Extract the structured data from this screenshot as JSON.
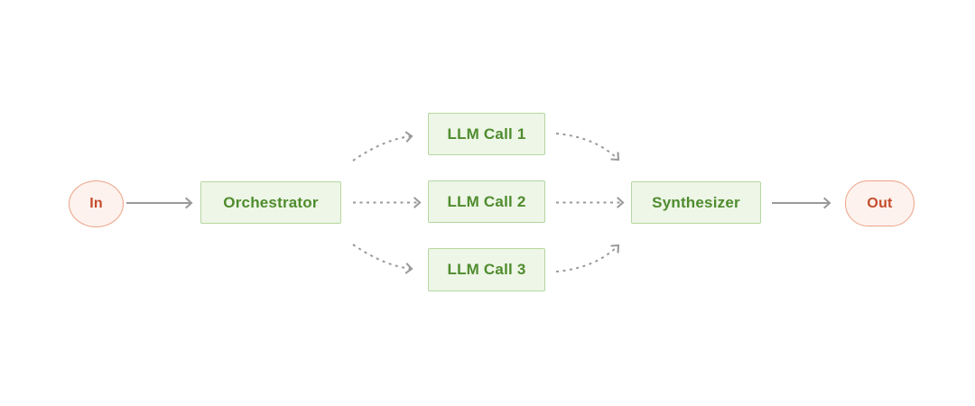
{
  "diagram": {
    "nodes": {
      "in": {
        "label": "In",
        "shape": "ellipse",
        "role": "input-terminal"
      },
      "orchestrator": {
        "label": "Orchestrator",
        "shape": "rect",
        "role": "process"
      },
      "llm1": {
        "label": "LLM Call 1",
        "shape": "rect",
        "role": "process"
      },
      "llm2": {
        "label": "LLM Call 2",
        "shape": "rect",
        "role": "process"
      },
      "llm3": {
        "label": "LLM Call 3",
        "shape": "rect",
        "role": "process"
      },
      "synthesizer": {
        "label": "Synthesizer",
        "shape": "rect",
        "role": "process"
      },
      "out": {
        "label": "Out",
        "shape": "pill",
        "role": "output-terminal"
      }
    },
    "edges": [
      {
        "from": "In",
        "to": "Orchestrator",
        "style": "solid"
      },
      {
        "from": "Orchestrator",
        "to": "LLM Call 1",
        "style": "dashed"
      },
      {
        "from": "Orchestrator",
        "to": "LLM Call 2",
        "style": "dashed"
      },
      {
        "from": "Orchestrator",
        "to": "LLM Call 3",
        "style": "dashed"
      },
      {
        "from": "LLM Call 1",
        "to": "Synthesizer",
        "style": "dashed"
      },
      {
        "from": "LLM Call 2",
        "to": "Synthesizer",
        "style": "dashed"
      },
      {
        "from": "LLM Call 3",
        "to": "Synthesizer",
        "style": "dashed"
      },
      {
        "from": "Synthesizer",
        "to": "Out",
        "style": "solid"
      }
    ],
    "colors": {
      "background": "#ffffff",
      "arrow": "#9a9a9a",
      "node_green_fill": "#eef6e7",
      "node_green_border": "#b5d79f",
      "node_green_text": "#4f8c2e",
      "terminal_fill": "#fdf2ed",
      "terminal_border": "#eca287",
      "terminal_text": "#c44b2c"
    }
  }
}
